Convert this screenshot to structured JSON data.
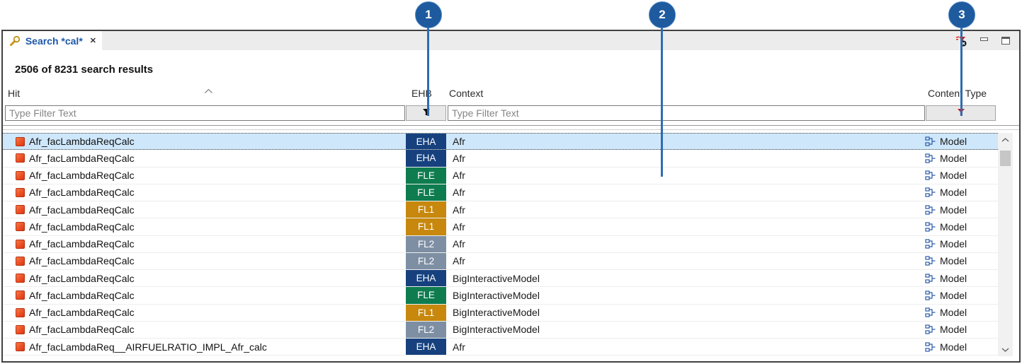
{
  "callouts": [
    {
      "number": "1"
    },
    {
      "number": "2"
    },
    {
      "number": "3"
    }
  ],
  "panel": {
    "tab": {
      "title": "Search *cal*",
      "close_glyph": "✕"
    },
    "summary": "2506 of 8231 search results"
  },
  "table": {
    "columns": {
      "hit": "Hit",
      "ehb": "EHB",
      "context": "Context",
      "content_type": "Content Type"
    },
    "filters": {
      "hit_placeholder": "Type Filter Text",
      "context_placeholder": "Type Filter Text"
    },
    "badge_colors": {
      "EHA": "#16417e",
      "FLE": "#0f7c4f",
      "FL1": "#c7880d",
      "FL2": "#7e8fa4"
    },
    "rows": [
      {
        "hit": "Afr_facLambdaReqCalc",
        "ehb": "EHA",
        "context": "Afr",
        "content_type": "Model",
        "selected": true
      },
      {
        "hit": "Afr_facLambdaReqCalc",
        "ehb": "EHA",
        "context": "Afr",
        "content_type": "Model",
        "selected": false
      },
      {
        "hit": "Afr_facLambdaReqCalc",
        "ehb": "FLE",
        "context": "Afr",
        "content_type": "Model",
        "selected": false
      },
      {
        "hit": "Afr_facLambdaReqCalc",
        "ehb": "FLE",
        "context": "Afr",
        "content_type": "Model",
        "selected": false
      },
      {
        "hit": "Afr_facLambdaReqCalc",
        "ehb": "FL1",
        "context": "Afr",
        "content_type": "Model",
        "selected": false
      },
      {
        "hit": "Afr_facLambdaReqCalc",
        "ehb": "FL1",
        "context": "Afr",
        "content_type": "Model",
        "selected": false
      },
      {
        "hit": "Afr_facLambdaReqCalc",
        "ehb": "FL2",
        "context": "Afr",
        "content_type": "Model",
        "selected": false
      },
      {
        "hit": "Afr_facLambdaReqCalc",
        "ehb": "FL2",
        "context": "Afr",
        "content_type": "Model",
        "selected": false
      },
      {
        "hit": "Afr_facLambdaReqCalc",
        "ehb": "EHA",
        "context": "BigInteractiveModel",
        "content_type": "Model",
        "selected": false
      },
      {
        "hit": "Afr_facLambdaReqCalc",
        "ehb": "FLE",
        "context": "BigInteractiveModel",
        "content_type": "Model",
        "selected": false
      },
      {
        "hit": "Afr_facLambdaReqCalc",
        "ehb": "FL1",
        "context": "BigInteractiveModel",
        "content_type": "Model",
        "selected": false
      },
      {
        "hit": "Afr_facLambdaReqCalc",
        "ehb": "FL2",
        "context": "BigInteractiveModel",
        "content_type": "Model",
        "selected": false
      },
      {
        "hit": "Afr_facLambdaReq__AIRFUELRATIO_IMPL_Afr_calc",
        "ehb": "EHA",
        "context": "Afr",
        "content_type": "Model",
        "selected": false
      }
    ]
  }
}
